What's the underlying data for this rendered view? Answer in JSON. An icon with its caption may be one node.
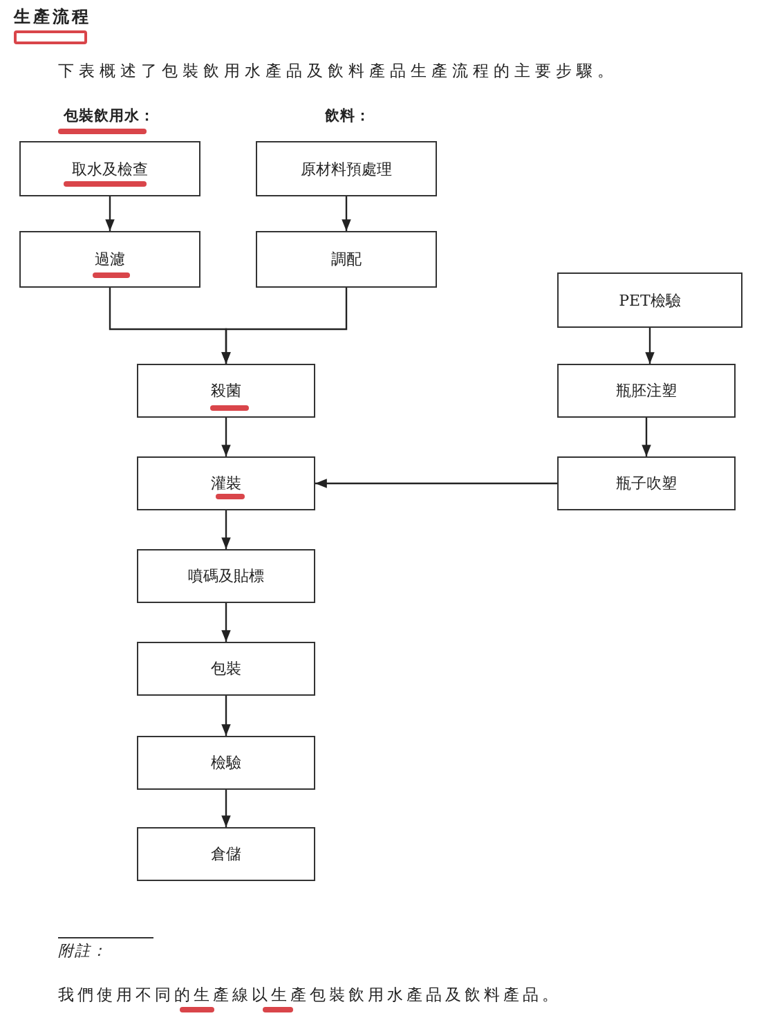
{
  "diagram": {
    "title": "生產流程",
    "nodes": [
      {
        "text": [
          "取水及檢查"
        ]
      },
      {
        "text": [
          "原材料預處理"
        ]
      },
      {
        "text": [
          "過濾"
        ]
      },
      {
        "text": [
          "調配"
        ]
      },
      {
        "text": [
          "PET檢驗"
        ]
      },
      {
        "text": [
          "殺菌"
        ]
      },
      {
        "text": [
          "瓶胚注塑"
        ]
      },
      {
        "text": [
          "灌裝"
        ]
      },
      {
        "text": [
          "瓶子吹塑"
        ]
      },
      {
        "text": [
          "噴碼及貼標"
        ]
      },
      {
        "text": [
          "包裝"
        ]
      },
      {
        "text": [
          "檢驗"
        ]
      },
      {
        "text": [
          "倉儲"
        ]
      }
    ],
    "edges": [
      {
        "from": 0,
        "to": 2,
        "arrow": "to"
      },
      {
        "from": 1,
        "to": 3,
        "arrow": "to"
      },
      {
        "from": 2,
        "to": 5,
        "arrow": "to"
      },
      {
        "from": 3,
        "to": 5,
        "arrow": "to"
      },
      {
        "from": 4,
        "to": 6,
        "arrow": "to"
      },
      {
        "from": 6,
        "to": 8,
        "arrow": "to"
      },
      {
        "from": 8,
        "to": 7,
        "arrow": "to"
      },
      {
        "from": 5,
        "to": 7,
        "arrow": "to"
      },
      {
        "from": 7,
        "to": 9,
        "arrow": "to"
      },
      {
        "from": 9,
        "to": 10,
        "arrow": "to"
      },
      {
        "from": 10,
        "to": 11,
        "arrow": "to"
      },
      {
        "from": 11,
        "to": 12,
        "arrow": "to"
      }
    ],
    "labels": [
      "下表概述了包裝飲用水產品及飲料產品生產流程的主要步驟。",
      "包裝飲用水：",
      "飲料：",
      "附註：",
      "我們使用不同的生產線以生產包裝飲用水產品及飲料產品。"
    ]
  }
}
